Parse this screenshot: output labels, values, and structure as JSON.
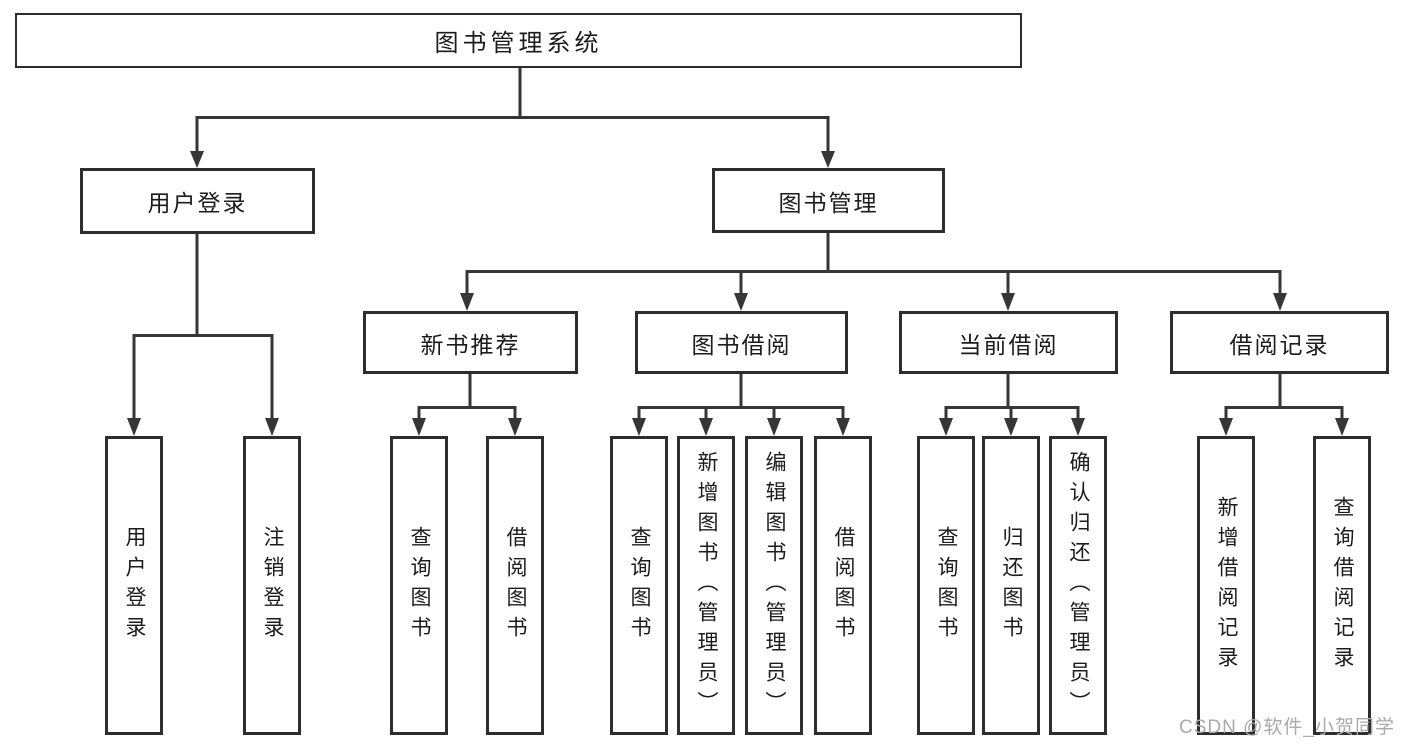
{
  "colors": {
    "background": "#ffffff",
    "line": "#363636",
    "box_border": "#2d2d2d",
    "text": "#1c1c1c",
    "watermark": "#aaaaaa"
  },
  "tree": {
    "root": {
      "label": "图书管理系统"
    },
    "branches": [
      {
        "label": "用户登录",
        "children": [
          {
            "label": "用户登录"
          },
          {
            "label": "注销登录"
          }
        ]
      },
      {
        "label": "图书管理",
        "sections": [
          {
            "label": "新书推荐",
            "children": [
              {
                "label": "查询图书"
              },
              {
                "label": "借阅图书"
              }
            ]
          },
          {
            "label": "图书借阅",
            "children": [
              {
                "label": "查询图书"
              },
              {
                "label": "新增图书（管理员）"
              },
              {
                "label": "编辑图书（管理员）"
              },
              {
                "label": "借阅图书"
              }
            ]
          },
          {
            "label": "当前借阅",
            "children": [
              {
                "label": "查询图书"
              },
              {
                "label": "归还图书"
              },
              {
                "label": "确认归还（管理员）"
              }
            ]
          },
          {
            "label": "借阅记录",
            "children": [
              {
                "label": "新增借阅记录"
              },
              {
                "label": "查询借阅记录"
              }
            ]
          }
        ]
      }
    ]
  },
  "watermark": {
    "text": "CSDN @软件_小贺同学"
  }
}
